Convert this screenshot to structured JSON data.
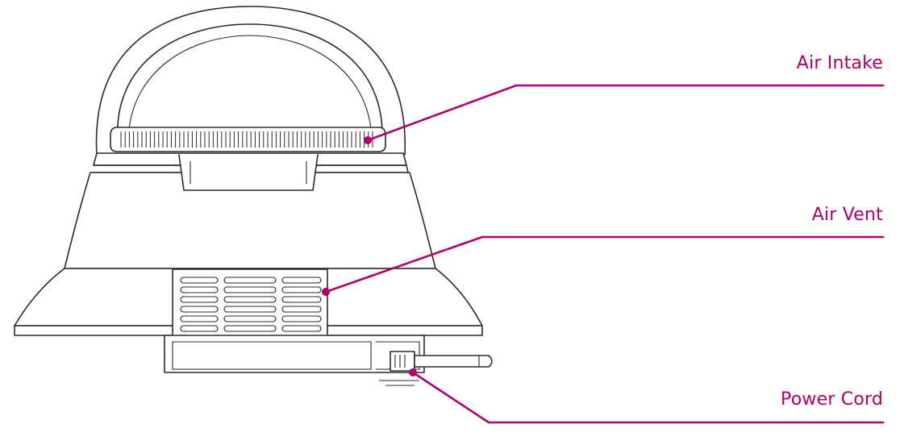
{
  "colors": {
    "accent": "#b0006e",
    "outline": "#2a2a2a",
    "background": "#ffffff"
  },
  "callouts": [
    {
      "id": "air-intake",
      "label": "Air Intake"
    },
    {
      "id": "air-vent",
      "label": "Air Vent"
    },
    {
      "id": "power-cord",
      "label": "Power Cord"
    }
  ]
}
